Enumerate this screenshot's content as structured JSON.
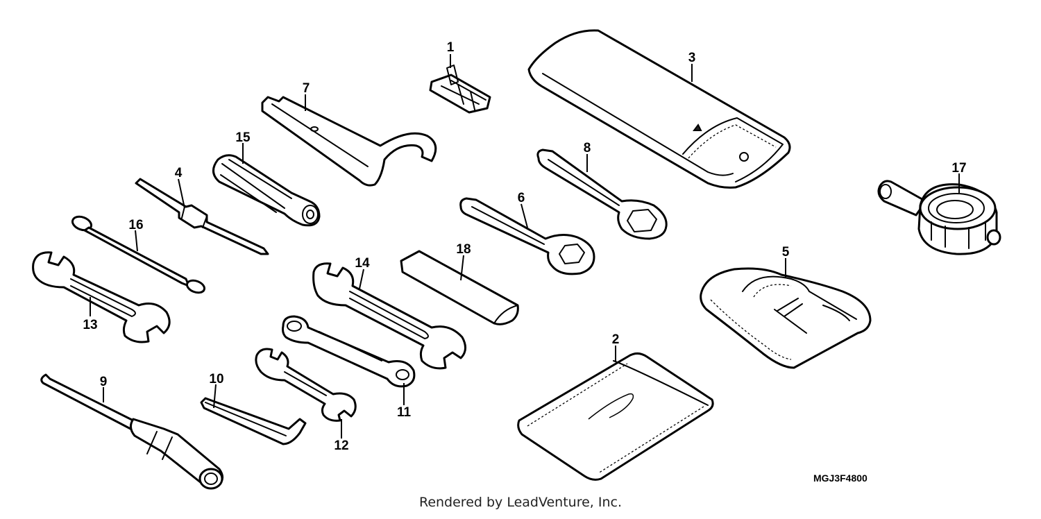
{
  "diagram": {
    "drawing_code": "MGJ3F4800",
    "footer": "Rendered by LeadVenture, Inc.",
    "callouts": {
      "p1": "1",
      "p2": "2",
      "p3": "3",
      "p4": "4",
      "p5": "5",
      "p6": "6",
      "p7": "7",
      "p8": "8",
      "p9": "9",
      "p10": "10",
      "p11": "11",
      "p12": "12",
      "p13": "13",
      "p14": "14",
      "p15": "15",
      "p16": "16",
      "p17": "17",
      "p18": "18"
    }
  }
}
